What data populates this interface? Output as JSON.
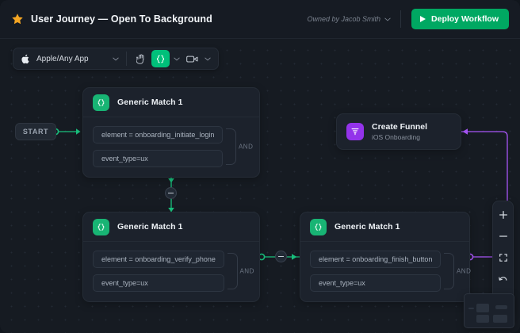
{
  "header": {
    "star_icon": "star-icon",
    "title": "User Journey — Open To Background",
    "owner_label": "Owned by Jacob Smith",
    "owner_chevron": "chevron-down-icon",
    "deploy_label": "Deploy Workflow",
    "deploy_icon": "play-icon",
    "accent_green": "#00a862"
  },
  "toolbar": {
    "app_icon": "apple-icon",
    "app_label": "Apple/Any App",
    "app_chevron": "chevron-down-icon",
    "tools": [
      {
        "name": "hand-tool",
        "icon": "hand-icon",
        "active": false,
        "chevron": false
      },
      {
        "name": "code-match-tool",
        "icon": "code-braces-icon",
        "active": true,
        "chevron": true
      },
      {
        "name": "video-tool",
        "icon": "video-camera-icon",
        "active": false,
        "chevron": true
      }
    ],
    "active_color": "#00c07a"
  },
  "canvas": {
    "start_label": "START",
    "nodes": [
      {
        "id": "node-1",
        "icon": "code-braces-icon",
        "title": "Generic Match 1",
        "operator": "AND",
        "conditions": [
          "element = onboarding_initiate_login",
          "event_type=ux"
        ]
      },
      {
        "id": "node-2",
        "icon": "code-braces-icon",
        "title": "Generic Match 1",
        "operator": "AND",
        "conditions": [
          "element = onboarding_verify_phone",
          "event_type=ux"
        ]
      },
      {
        "id": "node-3",
        "icon": "code-braces-icon",
        "title": "Generic Match 1",
        "operator": "AND",
        "conditions": [
          "element = onboarding_finish_button",
          "event_type=ux"
        ]
      }
    ],
    "funnel_node": {
      "icon": "funnel-icon",
      "title": "Create Funnel",
      "subtitle": "iOS Onboarding",
      "color": "#9333ea"
    },
    "edge_colors": {
      "flow": "#19c07d",
      "funnel": "#a855f7"
    }
  },
  "view_tools": [
    {
      "name": "zoom-in-button",
      "icon": "plus-icon"
    },
    {
      "name": "zoom-out-button",
      "icon": "minus-icon"
    },
    {
      "name": "fit-to-screen-button",
      "icon": "expand-icon"
    },
    {
      "name": "undo-button",
      "icon": "undo-arrow-icon"
    },
    {
      "name": "redo-button",
      "icon": "redo-arrow-icon"
    }
  ],
  "minimap": {
    "name": "minimap"
  }
}
